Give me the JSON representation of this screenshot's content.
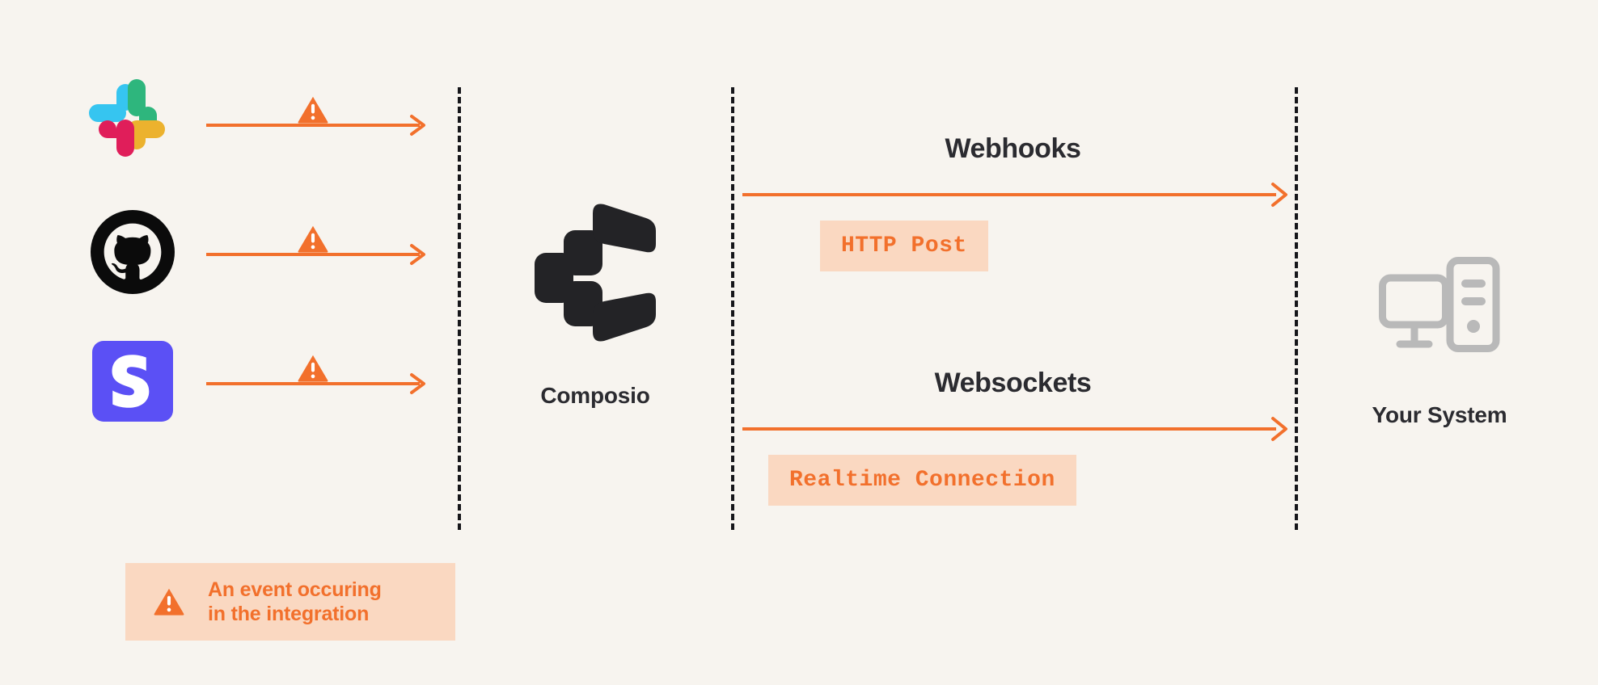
{
  "theme": {
    "background": "#f7f4ef",
    "accent_orange": "#f2702c",
    "badge_background": "#fad8c1",
    "text_dark": "#2b2b30",
    "divider": "#16161a",
    "system_gray": "#b8b8b8"
  },
  "sources": [
    {
      "id": "slack",
      "name": "Slack",
      "icon": "slack-logo",
      "arrow": {
        "icon": "warning-triangle-icon",
        "direction": "right"
      }
    },
    {
      "id": "github",
      "name": "GitHub",
      "icon": "github-logo",
      "arrow": {
        "icon": "warning-triangle-icon",
        "direction": "right"
      }
    },
    {
      "id": "stripe",
      "name": "Stripe",
      "icon": "stripe-logo",
      "arrow": {
        "icon": "warning-triangle-icon",
        "direction": "right"
      }
    }
  ],
  "center": {
    "logo": "composio-logo",
    "label": "Composio"
  },
  "channels": [
    {
      "id": "webhooks",
      "title": "Webhooks",
      "badge": "HTTP Post",
      "arrow_direction": "right"
    },
    {
      "id": "websockets",
      "title": "Websockets",
      "badge": "Realtime Connection",
      "arrow_direction": "right"
    }
  ],
  "system": {
    "icon": "desktop-computer-icon",
    "label": "Your System"
  },
  "legend": {
    "icon": "warning-triangle-icon",
    "text": "An event occuring\nin the integration"
  },
  "dividers": [
    {
      "id": "divider-1"
    },
    {
      "id": "divider-2"
    },
    {
      "id": "divider-3"
    }
  ]
}
